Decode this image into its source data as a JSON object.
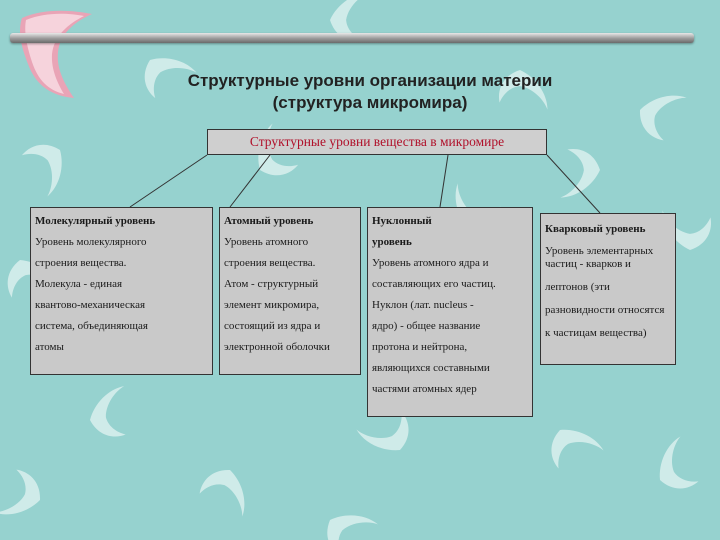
{
  "title": {
    "line1": "Структурные уровни организации материи",
    "line2": "(структура микромира)"
  },
  "root": {
    "label": "Структурные уровни вещества в микромире"
  },
  "levels": [
    {
      "heading": "Молекулярный уровень",
      "lines": [
        "Уровень молекулярного",
        "строения вещества.",
        "Молекула - единая",
        "квантово-механическая",
        "система, объединяющая",
        "атомы"
      ]
    },
    {
      "heading": "Атомный уровень",
      "lines": [
        "Уровень атомного",
        "строения вещества.",
        "Атом - структурный",
        "элемент микромира,",
        "состоящий из ядра и",
        "электронной оболочки"
      ]
    },
    {
      "heading": "Нуклонный",
      "lines": [
        "уровень",
        "Уровень атомного ядра и",
        "составляющих его частиц.",
        "Нуклон (лат. nucleus -",
        "ядро) - общее название",
        "протона и нейтрона,",
        "являющихся составными",
        "частями атомных ядер"
      ]
    },
    {
      "heading": "Кварковый уровень",
      "lines": [
        "Уровень элементарных",
        "частиц - кварков и",
        "лептонов (эти",
        "разновидности относятся",
        "к частицам вещества)"
      ]
    }
  ],
  "colors": {
    "background": "#96d2cf",
    "root_text": "#b0102a",
    "box_fill": "#c9c9c9",
    "accent_pink": "#e9a4b6"
  }
}
